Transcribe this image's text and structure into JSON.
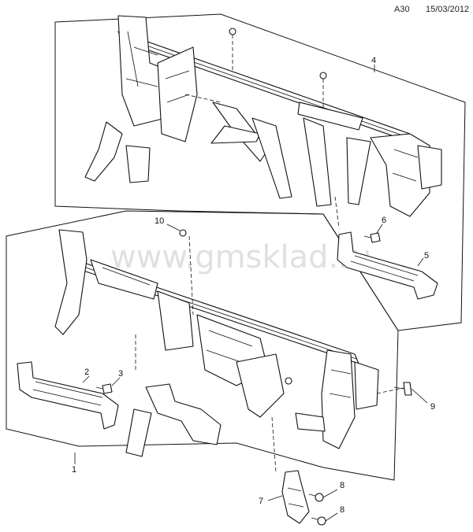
{
  "header": {
    "page_code": "A30",
    "date": "15/03/2012"
  },
  "watermark": "www.gmsklad.ru",
  "callouts": [
    "1",
    "2",
    "3",
    "4",
    "5",
    "6",
    "7",
    "8",
    "8",
    "9",
    "10"
  ]
}
